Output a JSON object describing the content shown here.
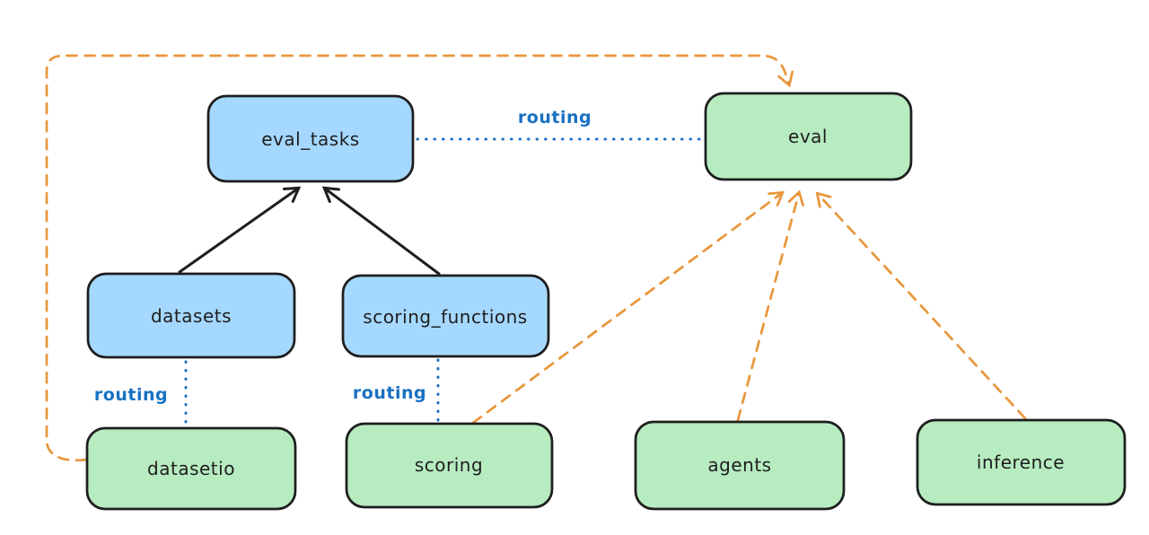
{
  "colors": {
    "bg": "#ffffff",
    "stroke": "#1e1e1e",
    "blue-fill": "#a5d8ff",
    "green-fill": "#b7ebc0",
    "orange": "#e8973d",
    "blue-accent": "#1971c2"
  },
  "diagram": {
    "nodes": {
      "eval_tasks": {
        "label": "eval_tasks",
        "color": "blue"
      },
      "eval": {
        "label": "eval",
        "color": "green"
      },
      "datasets": {
        "label": "datasets",
        "color": "blue"
      },
      "scoring_functions": {
        "label": "scoring_functions",
        "color": "blue"
      },
      "datasetio": {
        "label": "datasetio",
        "color": "green"
      },
      "scoring": {
        "label": "scoring",
        "color": "green"
      },
      "agents": {
        "label": "agents",
        "color": "green"
      },
      "inference": {
        "label": "inference",
        "color": "green"
      }
    },
    "labels": {
      "routing_eval_tasks_eval": "routing",
      "routing_datasets_datasetio": "routing",
      "routing_scoring_functions_scoring": "routing"
    },
    "edges": [
      {
        "from": "datasets",
        "to": "eval_tasks",
        "style": "solid-black-arrow"
      },
      {
        "from": "scoring_functions",
        "to": "eval_tasks",
        "style": "solid-black-arrow"
      },
      {
        "from": "eval_tasks",
        "to": "eval",
        "style": "dotted-blue",
        "label": "routing"
      },
      {
        "from": "datasets",
        "to": "datasetio",
        "style": "dotted-blue",
        "label": "routing"
      },
      {
        "from": "scoring_functions",
        "to": "scoring",
        "style": "dotted-blue",
        "label": "routing"
      },
      {
        "from": "datasetio",
        "to": "eval",
        "style": "dashed-orange-arrow"
      },
      {
        "from": "scoring",
        "to": "eval",
        "style": "dashed-orange-arrow"
      },
      {
        "from": "agents",
        "to": "eval",
        "style": "dashed-orange-arrow"
      },
      {
        "from": "inference",
        "to": "eval",
        "style": "dashed-orange-arrow"
      }
    ]
  }
}
